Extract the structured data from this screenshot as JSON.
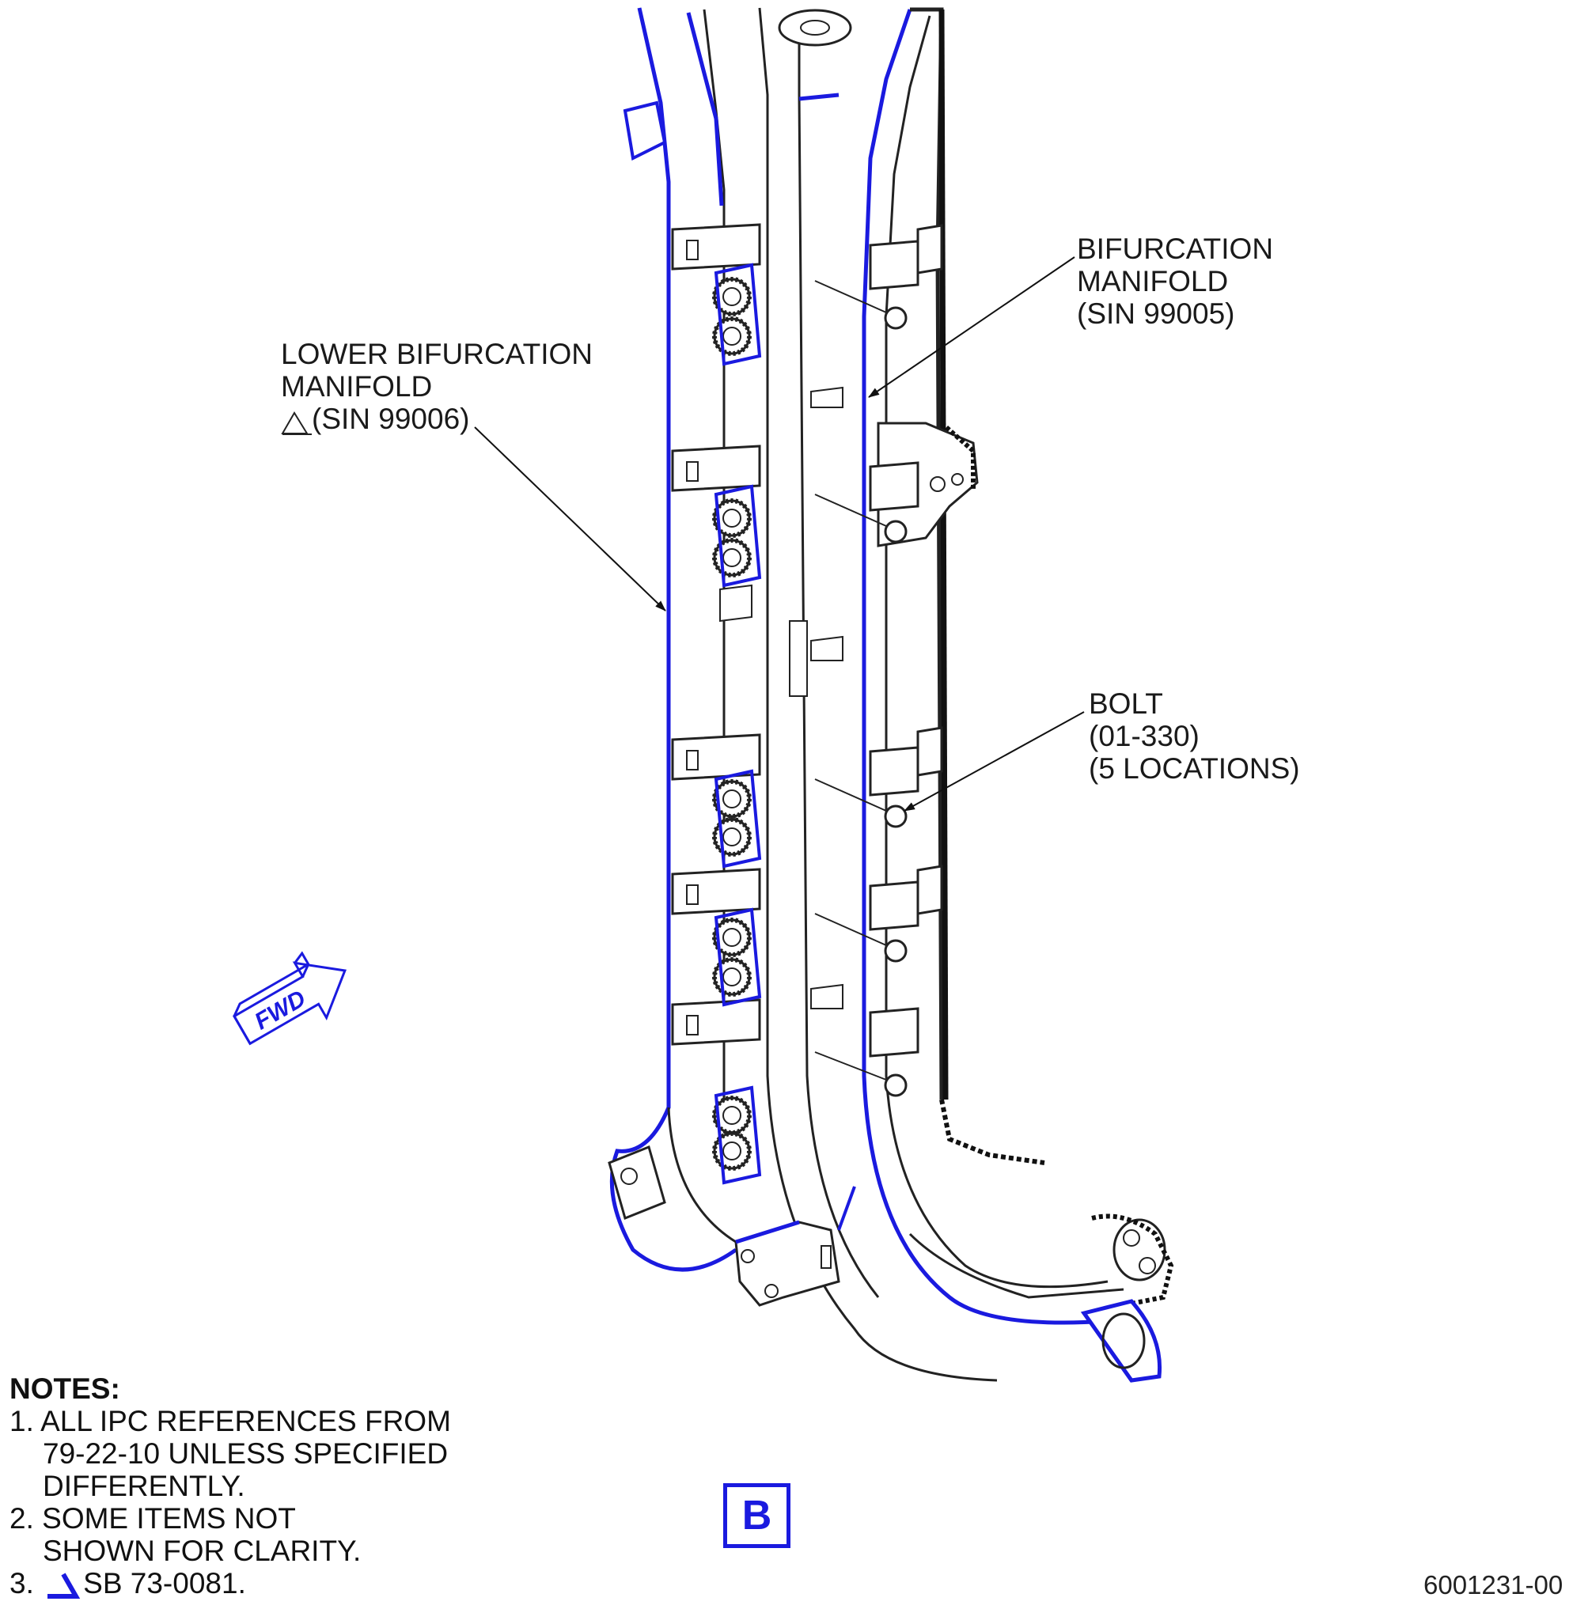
{
  "callouts": {
    "bifurcation_manifold": [
      "BIFURCATION",
      "MANIFOLD",
      "(SIN 99005)"
    ],
    "lower_bifurcation_manifold": [
      "LOWER BIFURCATION",
      "MANIFOLD",
      "(SIN 99006)"
    ],
    "bolt": [
      "BOLT",
      "(01-330)",
      "(5 LOCATIONS)"
    ]
  },
  "fwd_indicator": "FWD",
  "notes": {
    "heading": "NOTES:",
    "items": [
      {
        "number": "1.",
        "lines": [
          "ALL IPC REFERENCES FROM",
          "79-22-10 UNLESS SPECIFIED",
          "DIFFERENTLY."
        ]
      },
      {
        "number": "2.",
        "lines": [
          "SOME ITEMS NOT",
          "SHOWN FOR CLARITY."
        ]
      },
      {
        "number": "3.",
        "lines": [
          "SB 73-0081."
        ]
      }
    ]
  },
  "view_label": "B",
  "drawing_number": "6001231-00",
  "colors": {
    "highlight": "#1a1adf",
    "outline": "#222222",
    "background": "#ffffff"
  },
  "icons": [
    "fwd-arrow-icon",
    "sb-marker-icon",
    "leader-arrow-icon"
  ]
}
